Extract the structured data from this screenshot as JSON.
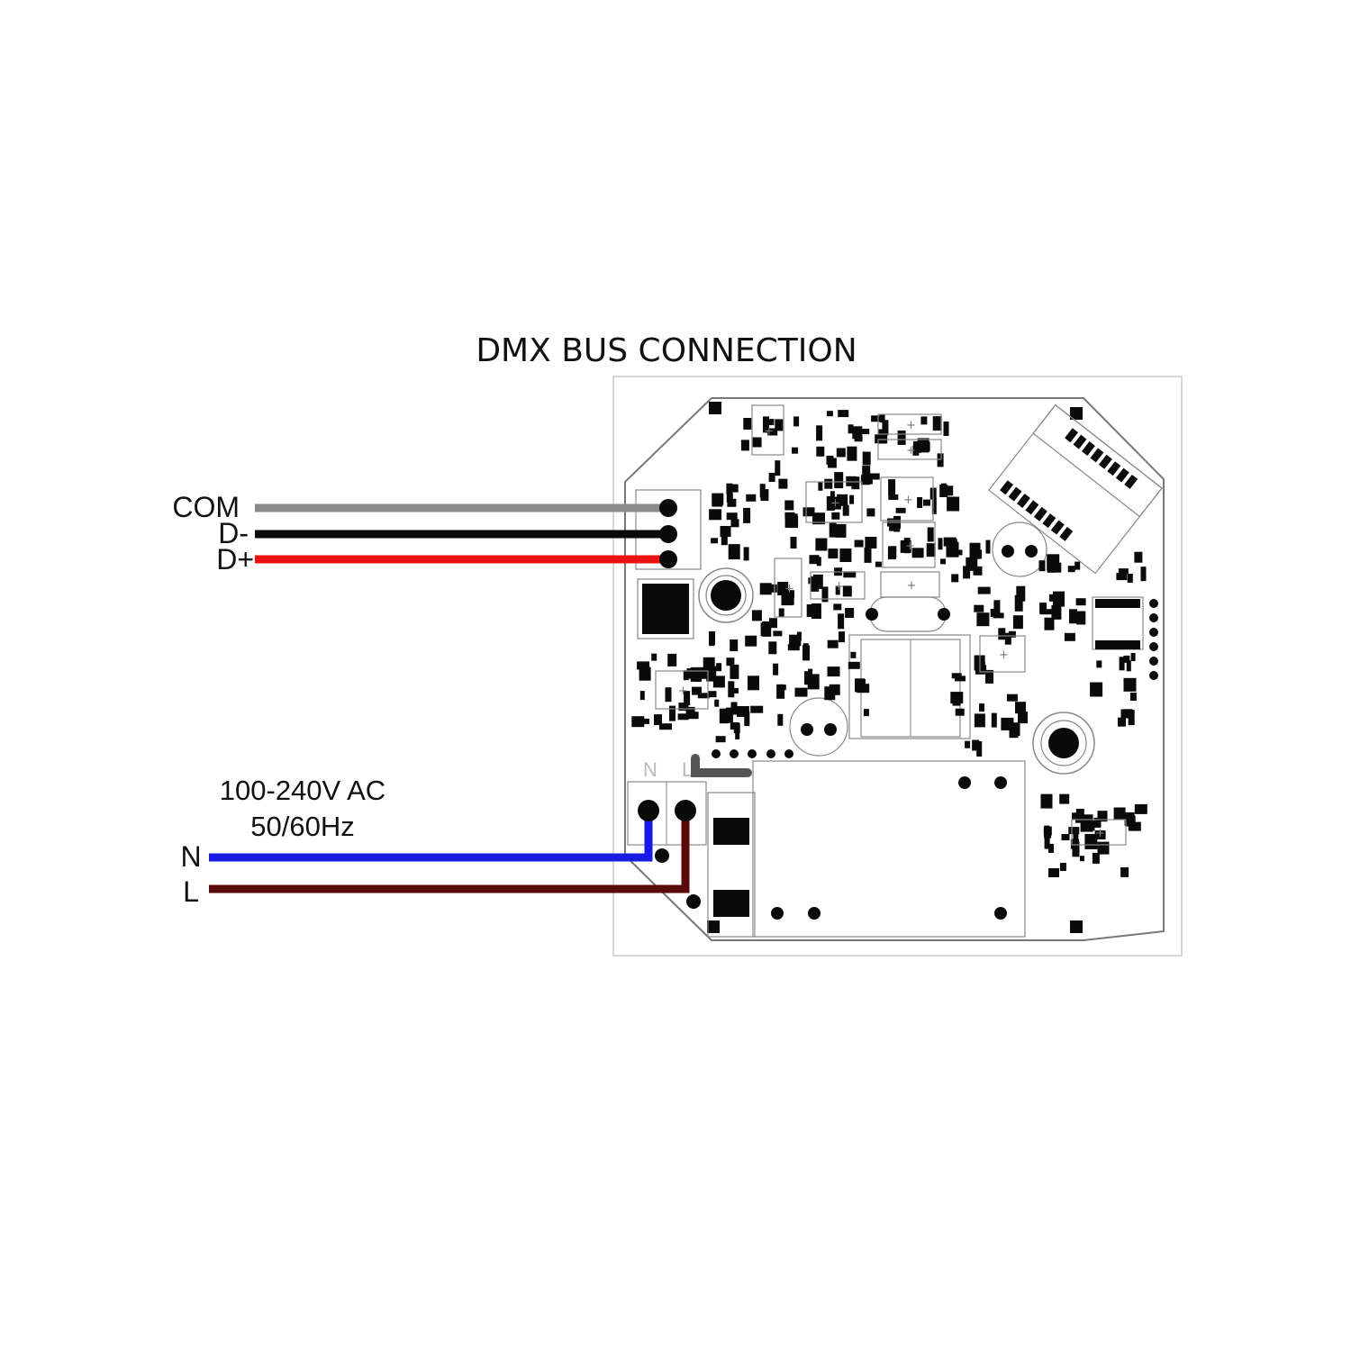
{
  "title": "DMX BUS CONNECTION",
  "colors": {
    "com": "#8a8a8a",
    "d_minus": "#0a0a0a",
    "d_plus": "#ee1111",
    "neutral": "#1a1ae6",
    "live": "#5a0a0a",
    "pcb_fill": "#ffffff",
    "component": "#0a0a0a"
  },
  "dmx_wires": [
    {
      "label": "COM",
      "color_key": "com"
    },
    {
      "label": "D-",
      "color_key": "d_minus"
    },
    {
      "label": "D+",
      "color_key": "d_plus"
    }
  ],
  "power": {
    "voltage": "100-240V AC",
    "frequency": "50/60Hz",
    "wires": [
      {
        "label": "N",
        "color_key": "neutral"
      },
      {
        "label": "L",
        "color_key": "live"
      }
    ],
    "terminal_labels": [
      "N",
      "L"
    ]
  }
}
